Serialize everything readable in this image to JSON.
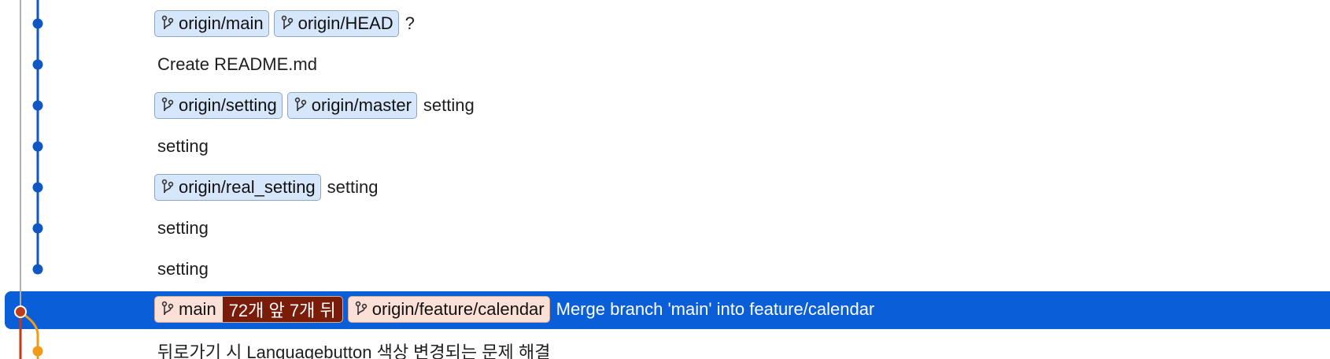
{
  "colors": {
    "lane_blue": "#0f57c4",
    "lane_orange": "#f29a1a",
    "lane_red": "#c23b18",
    "selection": "#0a5fd8"
  },
  "rows": [
    {
      "refs": [
        {
          "name": "origin/main",
          "kind": "remote"
        },
        {
          "name": "origin/HEAD",
          "kind": "remote"
        }
      ],
      "message": "?"
    },
    {
      "refs": [],
      "message": "Create README.md"
    },
    {
      "refs": [
        {
          "name": "origin/setting",
          "kind": "remote"
        },
        {
          "name": "origin/master",
          "kind": "remote"
        }
      ],
      "message": "setting"
    },
    {
      "refs": [],
      "message": "setting"
    },
    {
      "refs": [
        {
          "name": "origin/real_setting",
          "kind": "remote"
        }
      ],
      "message": "setting"
    },
    {
      "refs": [],
      "message": "setting"
    },
    {
      "refs": [],
      "message": "setting"
    },
    {
      "refs": [
        {
          "name": "main",
          "kind": "local",
          "status": "72개 앞 7개 뒤"
        },
        {
          "name": "origin/feature/calendar",
          "kind": "local-remote"
        }
      ],
      "message": "Merge branch 'main' into feature/calendar",
      "selected": true
    },
    {
      "refs": [],
      "message": "뒤로가기 시 Languagebutton 색상 변경되는 문제 해결"
    }
  ],
  "icons": {
    "branch": "git-branch-icon",
    "commit_dot": "commit-dot-icon"
  }
}
